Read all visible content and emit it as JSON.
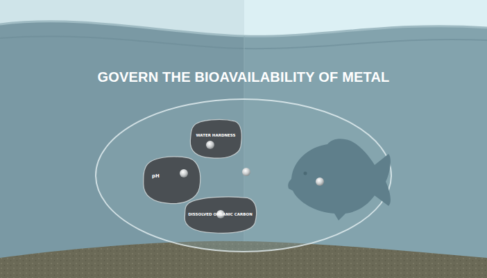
{
  "diagram": {
    "title": "GOVERN THE BIOAVAILABILITY OF METAL",
    "nodes": [
      {
        "text": [
          "WATER HARDNESS"
        ]
      },
      {
        "text": [
          "pH"
        ]
      },
      {
        "text": [
          "DISSOLVED ORGANIC CARBON"
        ]
      }
    ]
  }
}
